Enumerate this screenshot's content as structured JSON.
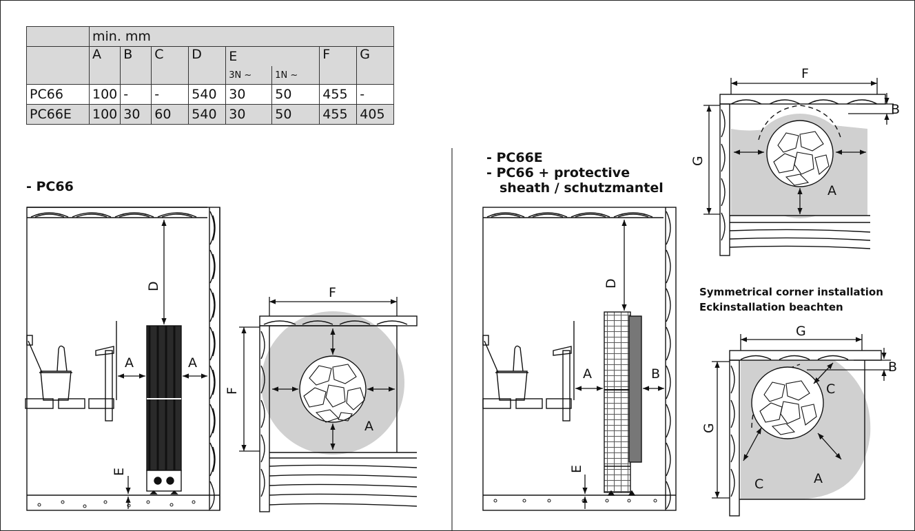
{
  "table": {
    "header_unit": "min. mm",
    "columns": [
      "A",
      "B",
      "C",
      "D",
      "E",
      "F",
      "G"
    ],
    "e_subcolumns": [
      "3N ~",
      "1N ~"
    ],
    "rows": [
      {
        "model": "PC66",
        "a": "100",
        "b": "-",
        "c": "-",
        "d": "540",
        "e3n": "30",
        "e1n": "50",
        "f": "455",
        "g": "-"
      },
      {
        "model": "PC66E",
        "a": "100",
        "b": "30",
        "c": "60",
        "d": "540",
        "e3n": "30",
        "e1n": "50",
        "f": "455",
        "g": "405"
      }
    ]
  },
  "labels": {
    "pc66_title": "- PC66",
    "pc66e_title_1": "- PC66E",
    "pc66e_title_2": "- PC66 + protective",
    "pc66e_title_3": "sheath / schutzmantel",
    "corner_1": "Symmetrical corner installation",
    "corner_2": "Eckinstallation beachten"
  },
  "dims": {
    "a": "A",
    "b": "B",
    "c": "C",
    "d": "D",
    "e": "E",
    "f": "F",
    "g": "G"
  }
}
